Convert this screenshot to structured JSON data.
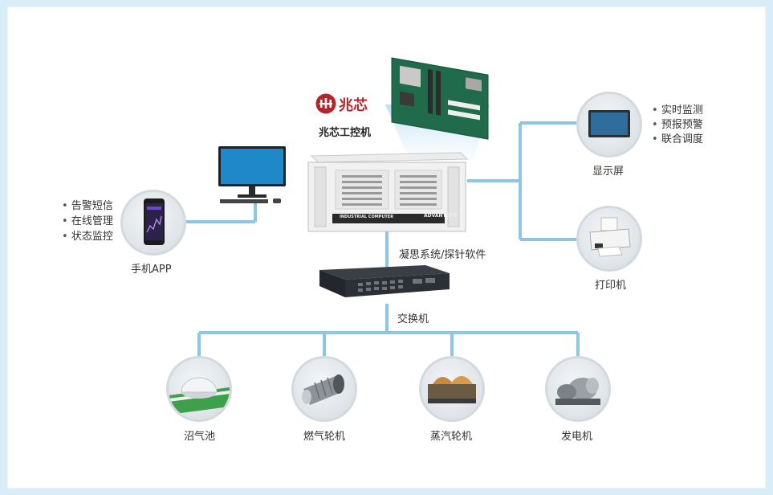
{
  "brand": {
    "logo_text": "兆芯",
    "subtitle": "兆芯工控机"
  },
  "center": {
    "ipc_label": "INDUSTRIAL COMPUTER",
    "ipc_brand": "ADVANTECH",
    "software_label": "凝思系统/探针软件",
    "switch_label": "交换机"
  },
  "phone": {
    "label": "手机APP",
    "features": [
      "告警短信",
      "在线管理",
      "状态监控"
    ]
  },
  "display": {
    "label": "显示屏",
    "features": [
      "实时监测",
      "预报预警",
      "联合调度"
    ]
  },
  "printer": {
    "label": "打印机"
  },
  "devices": [
    {
      "label": "沼气池",
      "icon": "biogas-digester-icon"
    },
    {
      "label": "燃气轮机",
      "icon": "gas-turbine-icon"
    },
    {
      "label": "蒸汽轮机",
      "icon": "steam-turbine-icon"
    },
    {
      "label": "发电机",
      "icon": "generator-icon"
    }
  ],
  "colors": {
    "line": "#8cc6e2",
    "border": "#d9edf8",
    "brand_red": "#b5262a"
  }
}
